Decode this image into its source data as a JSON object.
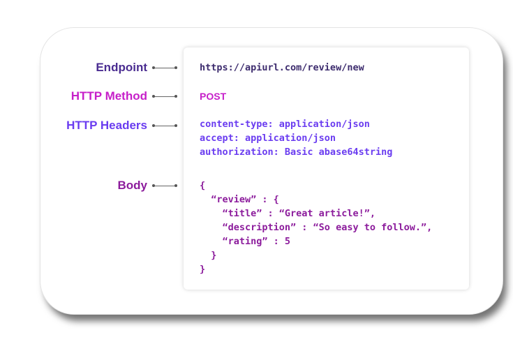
{
  "labels": {
    "endpoint": "Endpoint",
    "method": "HTTP Method",
    "headers": "HTTP Headers",
    "body": "Body"
  },
  "request": {
    "endpoint": "https://apiurl.com/review/new",
    "method": "POST",
    "headers": [
      "content-type: application/json",
      "accept: application/json",
      "authorization: Basic abase64string"
    ],
    "body": [
      "{",
      "  “review” : {",
      "    “title” : “Great article!”,",
      "    “description” : “So easy to follow.”,",
      "    “rating” : 5",
      "  }",
      "}"
    ]
  },
  "colors": {
    "endpoint": "#4b2d91",
    "method": "#c61fc9",
    "headers": "#6a3cf0",
    "body": "#8c1c9c"
  }
}
